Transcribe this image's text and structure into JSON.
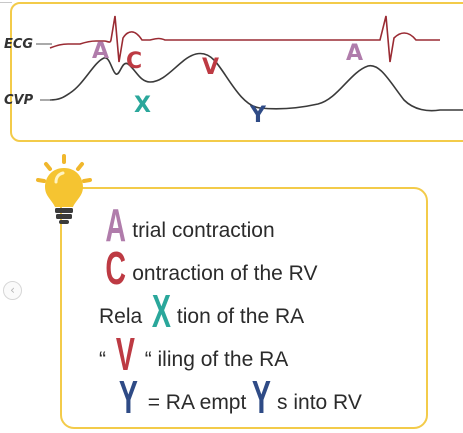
{
  "colors": {
    "border": "#f3cb4a",
    "a": "#b07cab",
    "c": "#bd3a43",
    "x": "#2aa79b",
    "v": "#bd3a43",
    "y": "#2f4b86",
    "ecg": "#9a2b33",
    "cvp": "#3a3a3a"
  },
  "waveform": {
    "ecg_label": "ECG",
    "cvp_label": "CVP",
    "letters": {
      "a1": "A",
      "c": "C",
      "v": "V",
      "x": "X",
      "y": "Y",
      "a2": "A"
    }
  },
  "legend": {
    "row1": {
      "letter": "A",
      "rest": "trial contraction"
    },
    "row2": {
      "letter": "C",
      "rest": "ontraction of the RV"
    },
    "row3": {
      "pre": "Rela",
      "letter": "X",
      "rest": "tion of the RA"
    },
    "row4": {
      "pre": "“",
      "letter": "V",
      "rest": "“ iling of the RA"
    },
    "row5": {
      "letter": "Y",
      "mid": "= RA empt",
      "letter2": "Y",
      "rest": "s into RV"
    }
  },
  "icons": {
    "bulb": "lightbulb-icon",
    "nav": "chevron-left-icon"
  }
}
